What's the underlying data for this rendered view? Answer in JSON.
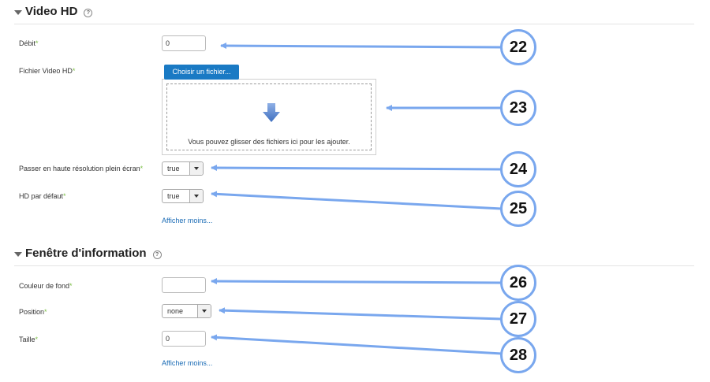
{
  "sections": [
    {
      "title": "Video HD",
      "help_glyph": "?"
    },
    {
      "title": "Fenêtre d'information",
      "help_glyph": "?"
    }
  ],
  "required_mark": "*",
  "video_hd": {
    "debit": {
      "label": "Débit",
      "value": "0"
    },
    "fichier": {
      "label": "Fichier Video HD",
      "button_label": "Choisir un fichier...",
      "drop_text": "Vous pouvez glisser des fichiers ici pour les ajouter."
    },
    "plein_ecran": {
      "label": "Passer en haute résolution plein écran",
      "value": "true"
    },
    "hd_defaut": {
      "label": "HD par défaut",
      "value": "true"
    },
    "show_less": "Afficher moins..."
  },
  "fenetre": {
    "couleur": {
      "label": "Couleur de fond",
      "value": ""
    },
    "position": {
      "label": "Position",
      "value": "none"
    },
    "taille": {
      "label": "Taille",
      "value": "0"
    },
    "show_less": "Afficher moins..."
  },
  "callouts": [
    "22",
    "23",
    "24",
    "25",
    "26",
    "27",
    "28"
  ],
  "colors": {
    "accent_button": "#1a7ac4",
    "required": "#7bbf46",
    "link": "#1a6bb5",
    "callout_stroke": "#79a7ee"
  },
  "icons": {
    "section_toggle": "caret-down-icon",
    "help": "help-icon",
    "drop": "down-arrow-icon",
    "select": "chevron-down-icon"
  }
}
